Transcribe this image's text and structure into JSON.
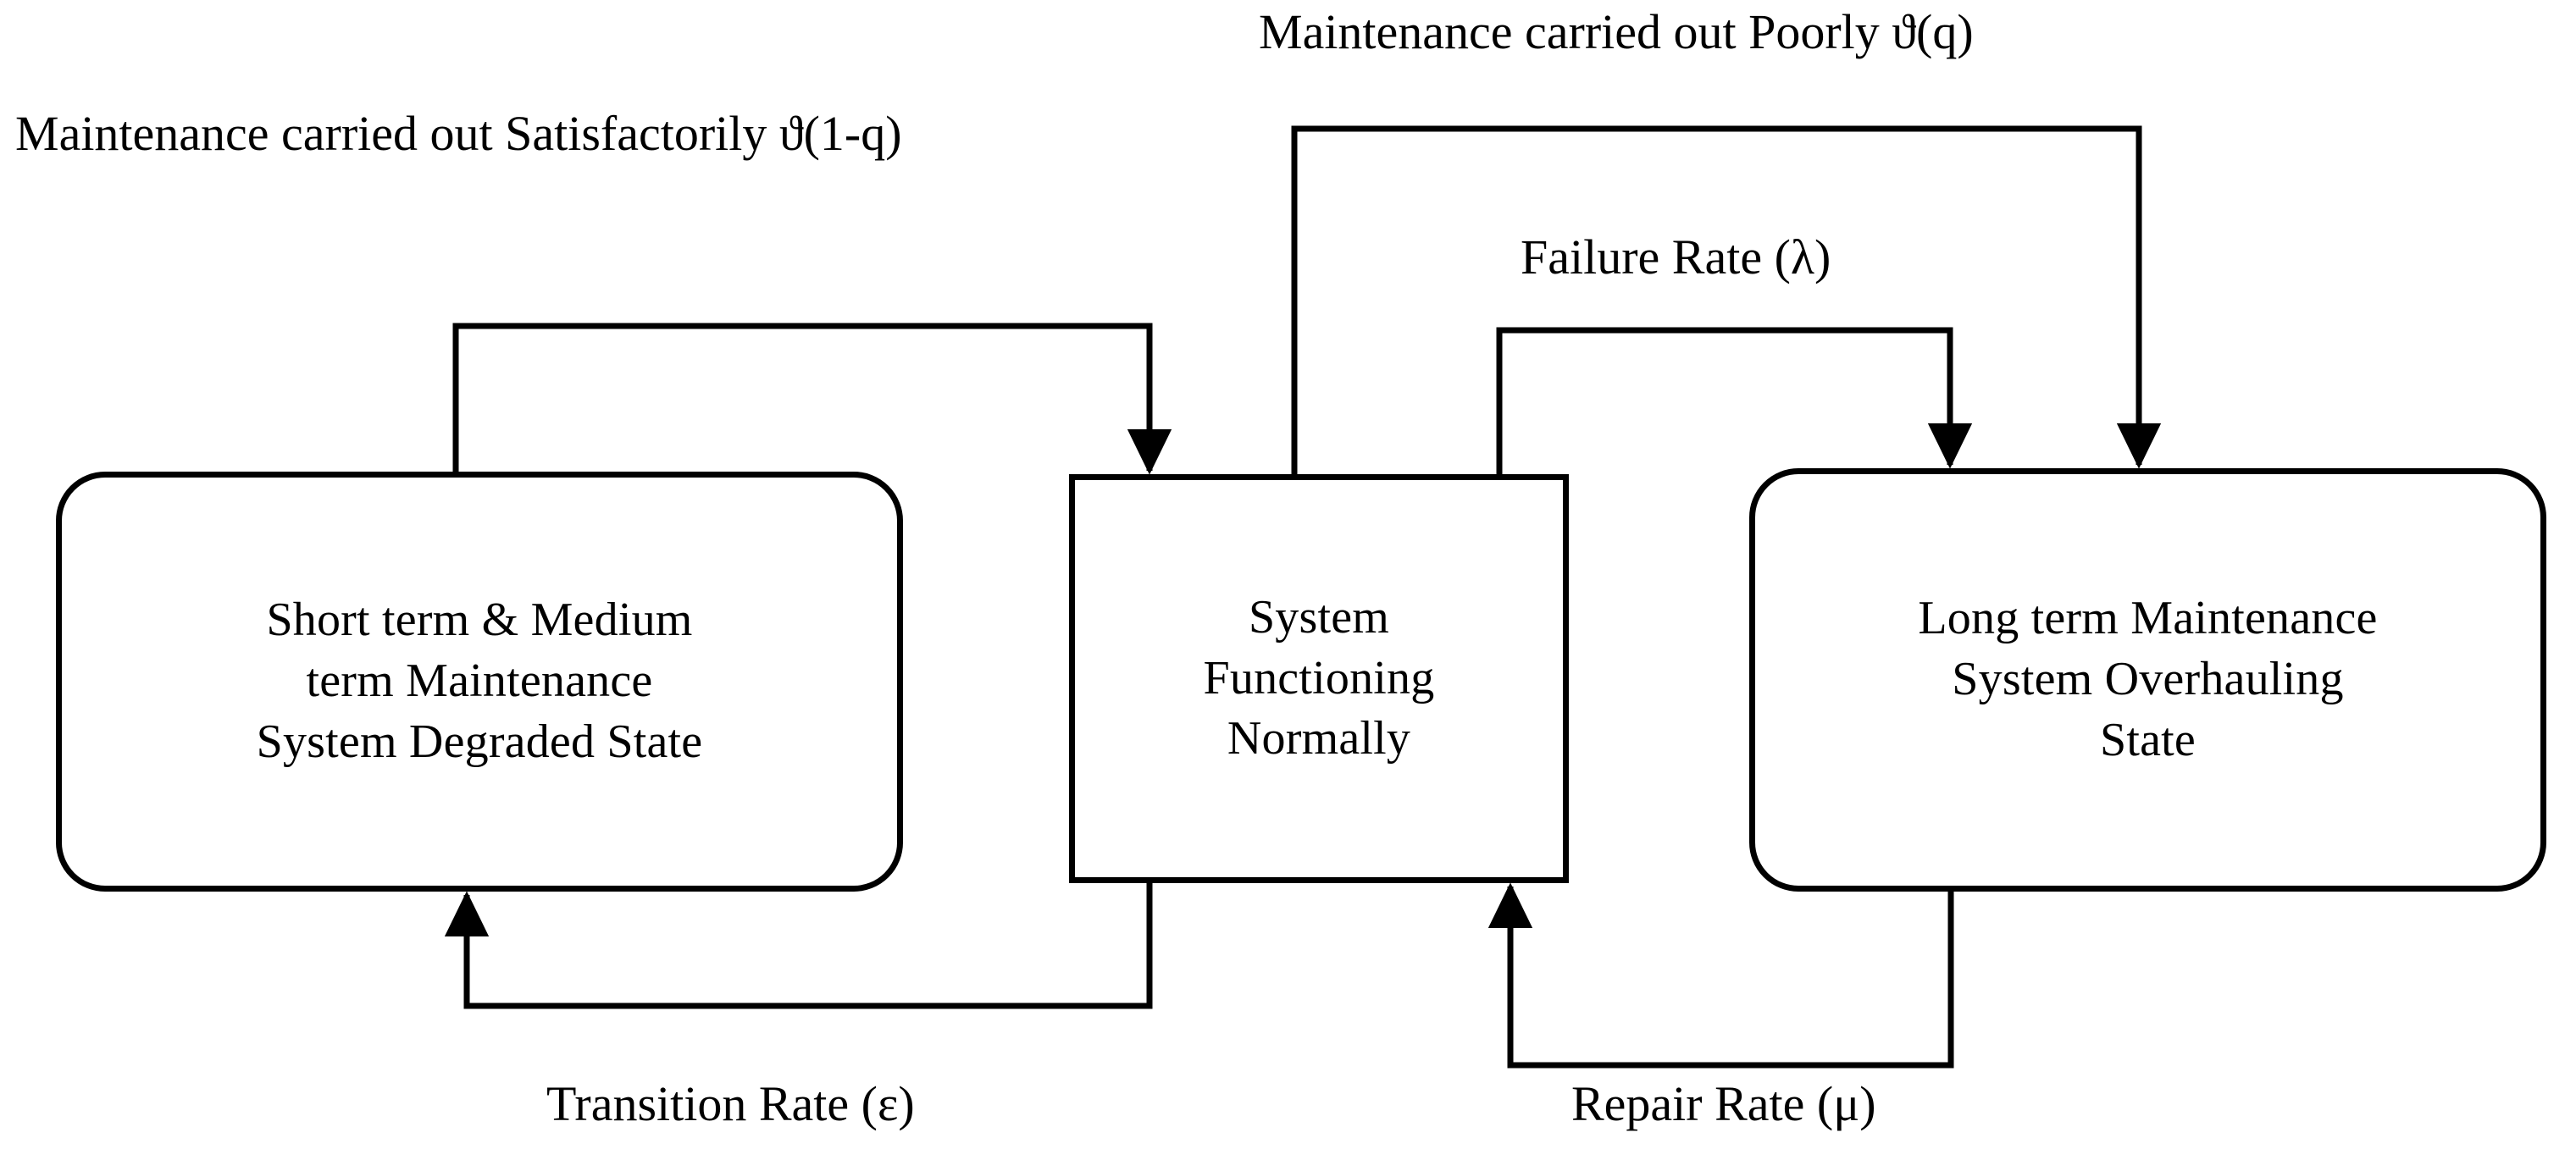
{
  "diagram": {
    "title": "Markov state transition diagram for system maintenance",
    "background_color": "#ffffff",
    "stroke_color": "#000000",
    "nodes": [
      {
        "id": "degraded",
        "shape": "rounded-rectangle",
        "lines": [
          "Short term & Medium",
          "term Maintenance",
          "System Degraded State"
        ]
      },
      {
        "id": "normal",
        "shape": "rectangle",
        "lines": [
          "System",
          "Functioning",
          "Normally"
        ]
      },
      {
        "id": "overhaul",
        "shape": "rounded-rectangle",
        "lines": [
          "Long term Maintenance",
          "System Overhauling",
          "State"
        ]
      }
    ],
    "edges": [
      {
        "id": "poorly",
        "label": "Maintenance carried out Poorly ϑ(q)",
        "from": "normal",
        "to": "overhaul"
      },
      {
        "id": "satisfactorily",
        "label": "Maintenance carried out Satisfactorily ϑ(1-q)",
        "from": "degraded",
        "to": "normal"
      },
      {
        "id": "failure",
        "label": "Failure Rate (λ)",
        "from": "normal",
        "to": "overhaul"
      },
      {
        "id": "transition",
        "label": "Transition Rate (ε)",
        "from": "normal",
        "to": "degraded"
      },
      {
        "id": "repair",
        "label": "Repair Rate (μ)",
        "from": "overhaul",
        "to": "normal"
      }
    ]
  }
}
